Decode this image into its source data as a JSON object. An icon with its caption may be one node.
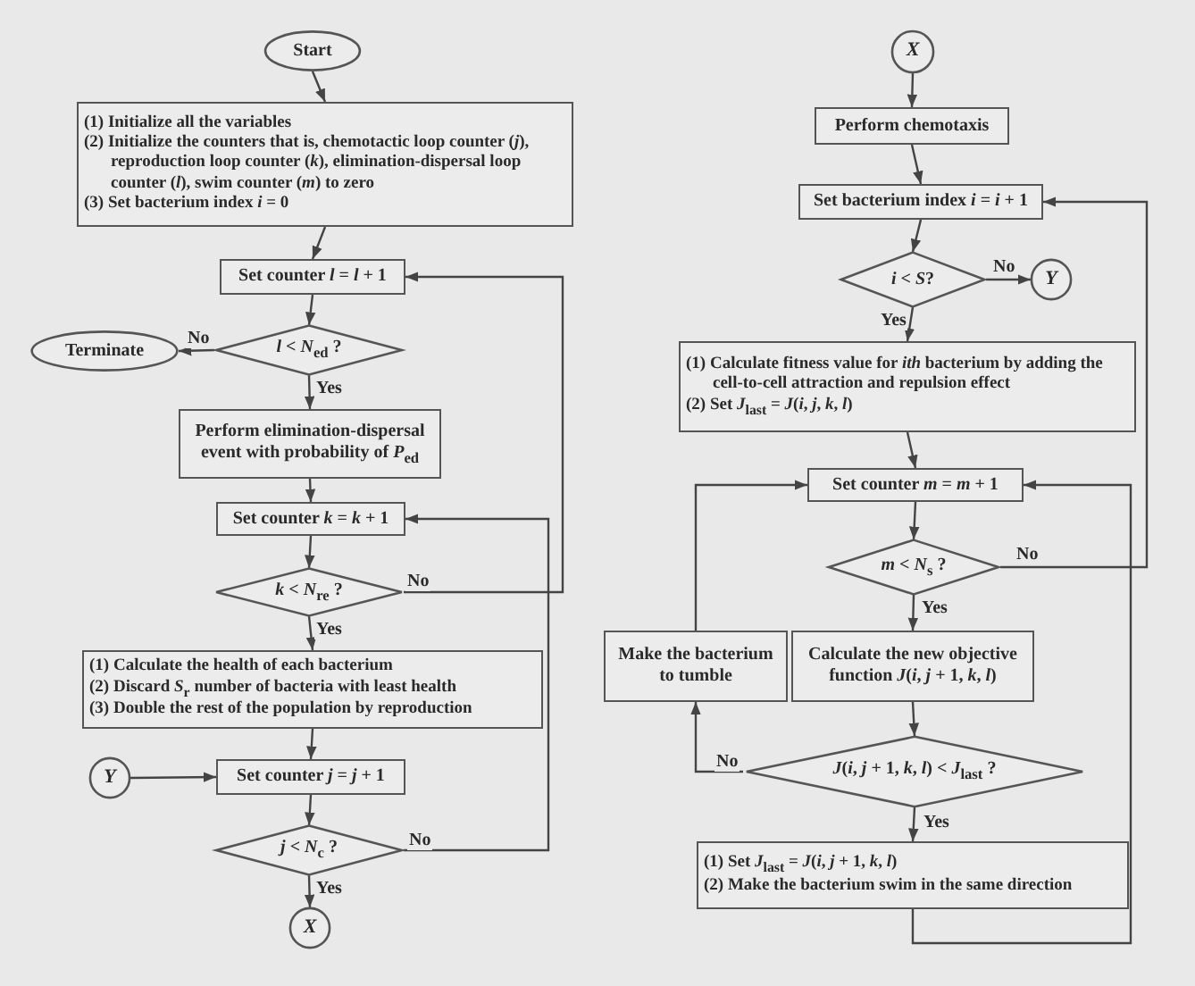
{
  "diagram": {
    "nodes": [
      {
        "text": [
          "Start"
        ]
      },
      {
        "text": [
          "(1) Initialize all the variables",
          "(2) Initialize the counters that is, chemotactic loop counter (*j*), reproduction loop counter (*k*), elimination-dispersal loop counter (*l*), swim counter (*m*) to zero",
          "(3) Set bacterium index *i* = 0"
        ]
      },
      {
        "text": [
          "Set counter *l* = *l* + 1"
        ]
      },
      {
        "text": [
          "*l* < *N*$_{ed}$ ?"
        ]
      },
      {
        "text": [
          "Terminate"
        ]
      },
      {
        "text": [
          "Perform elimination-dispersal event with probability of *P*$_{ed}$"
        ]
      },
      {
        "text": [
          "Set counter *k* = *k* + 1"
        ]
      },
      {
        "text": [
          "*k* < *N*$_{re}$ ?"
        ]
      },
      {
        "text": [
          "(1) Calculate the health of each bacterium",
          "(2) Discard *S*$_{r}$ number of bacteria with least health",
          "(3) Double the rest of the population by reproduction"
        ]
      },
      {
        "text": [
          "*Y*"
        ]
      },
      {
        "text": [
          "Set counter *j* = *j* + 1"
        ]
      },
      {
        "text": [
          "*j* < *N*$_{c}$ ?"
        ]
      },
      {
        "text": [
          "*X*"
        ]
      },
      {
        "text": [
          "*X*"
        ]
      },
      {
        "text": [
          "Perform chemotaxis"
        ]
      },
      {
        "text": [
          "Set bacterium index *i* = *i* + 1"
        ]
      },
      {
        "text": [
          "*i* < *S*?"
        ]
      },
      {
        "text": [
          "*Y*"
        ]
      },
      {
        "text": [
          "(1) Calculate fitness value for *ith* bacterium by adding the cell-to-cell attraction and repulsion effect",
          "(2) Set *J*$_{last}$ = *J*(*i*, *j*, *k*, *l*)"
        ]
      },
      {
        "text": [
          "Set counter *m* = *m* + 1"
        ]
      },
      {
        "text": [
          "*m* < *N*$_{s}$ ?"
        ]
      },
      {
        "text": [
          "Make the bacterium to tumble"
        ]
      },
      {
        "text": [
          "Calculate the new objective function *J*(*i*, *j* + 1, *k*, *l*)"
        ]
      },
      {
        "text": [
          "*J*(*i*, *j* + 1, *k*, *l*) < *J*$_{last}$ ?"
        ]
      },
      {
        "text": [
          "(1) Set *J*$_{last}$ = *J*(*i*, *j* + 1, *k*, *l*)",
          "(2) Make the bacterium swim in the same direction"
        ]
      }
    ],
    "edges": [
      {
        "from": 0,
        "to": 1,
        "arrow": "to"
      },
      {
        "from": 1,
        "to": 2,
        "arrow": "to"
      },
      {
        "from": 2,
        "to": 3,
        "arrow": "to"
      },
      {
        "from": 3,
        "to": 4,
        "arrow": "to",
        "label": "No"
      },
      {
        "from": 3,
        "to": 5,
        "arrow": "to",
        "label": "Yes"
      },
      {
        "from": 5,
        "to": 6,
        "arrow": "to"
      },
      {
        "from": 6,
        "to": 7,
        "arrow": "to"
      },
      {
        "from": 7,
        "to": 2,
        "arrow": "to",
        "label": "No"
      },
      {
        "from": 7,
        "to": 8,
        "arrow": "to",
        "label": "Yes"
      },
      {
        "from": 8,
        "to": 10,
        "arrow": "to"
      },
      {
        "from": 9,
        "to": 10,
        "arrow": "to"
      },
      {
        "from": 10,
        "to": 11,
        "arrow": "to"
      },
      {
        "from": 11,
        "to": 6,
        "arrow": "to",
        "label": "No"
      },
      {
        "from": 11,
        "to": 12,
        "arrow": "to",
        "label": "Yes"
      },
      {
        "from": 13,
        "to": 14,
        "arrow": "to"
      },
      {
        "from": 14,
        "to": 15,
        "arrow": "to"
      },
      {
        "from": 15,
        "to": 16,
        "arrow": "to"
      },
      {
        "from": 16,
        "to": 17,
        "arrow": "to",
        "label": "No"
      },
      {
        "from": 16,
        "to": 18,
        "arrow": "to",
        "label": "Yes"
      },
      {
        "from": 18,
        "to": 19,
        "arrow": "to"
      },
      {
        "from": 19,
        "to": 20,
        "arrow": "to"
      },
      {
        "from": 20,
        "to": 15,
        "arrow": "to",
        "label": "No"
      },
      {
        "from": 20,
        "to": 22,
        "arrow": "to",
        "label": "Yes"
      },
      {
        "from": 22,
        "to": 23,
        "arrow": "to"
      },
      {
        "from": 23,
        "to": 21,
        "arrow": "to",
        "label": "No"
      },
      {
        "from": 21,
        "to": 19,
        "arrow": "to"
      },
      {
        "from": 23,
        "to": 24,
        "arrow": "to",
        "label": "Yes"
      },
      {
        "from": 24,
        "to": 19,
        "arrow": "to"
      }
    ]
  }
}
